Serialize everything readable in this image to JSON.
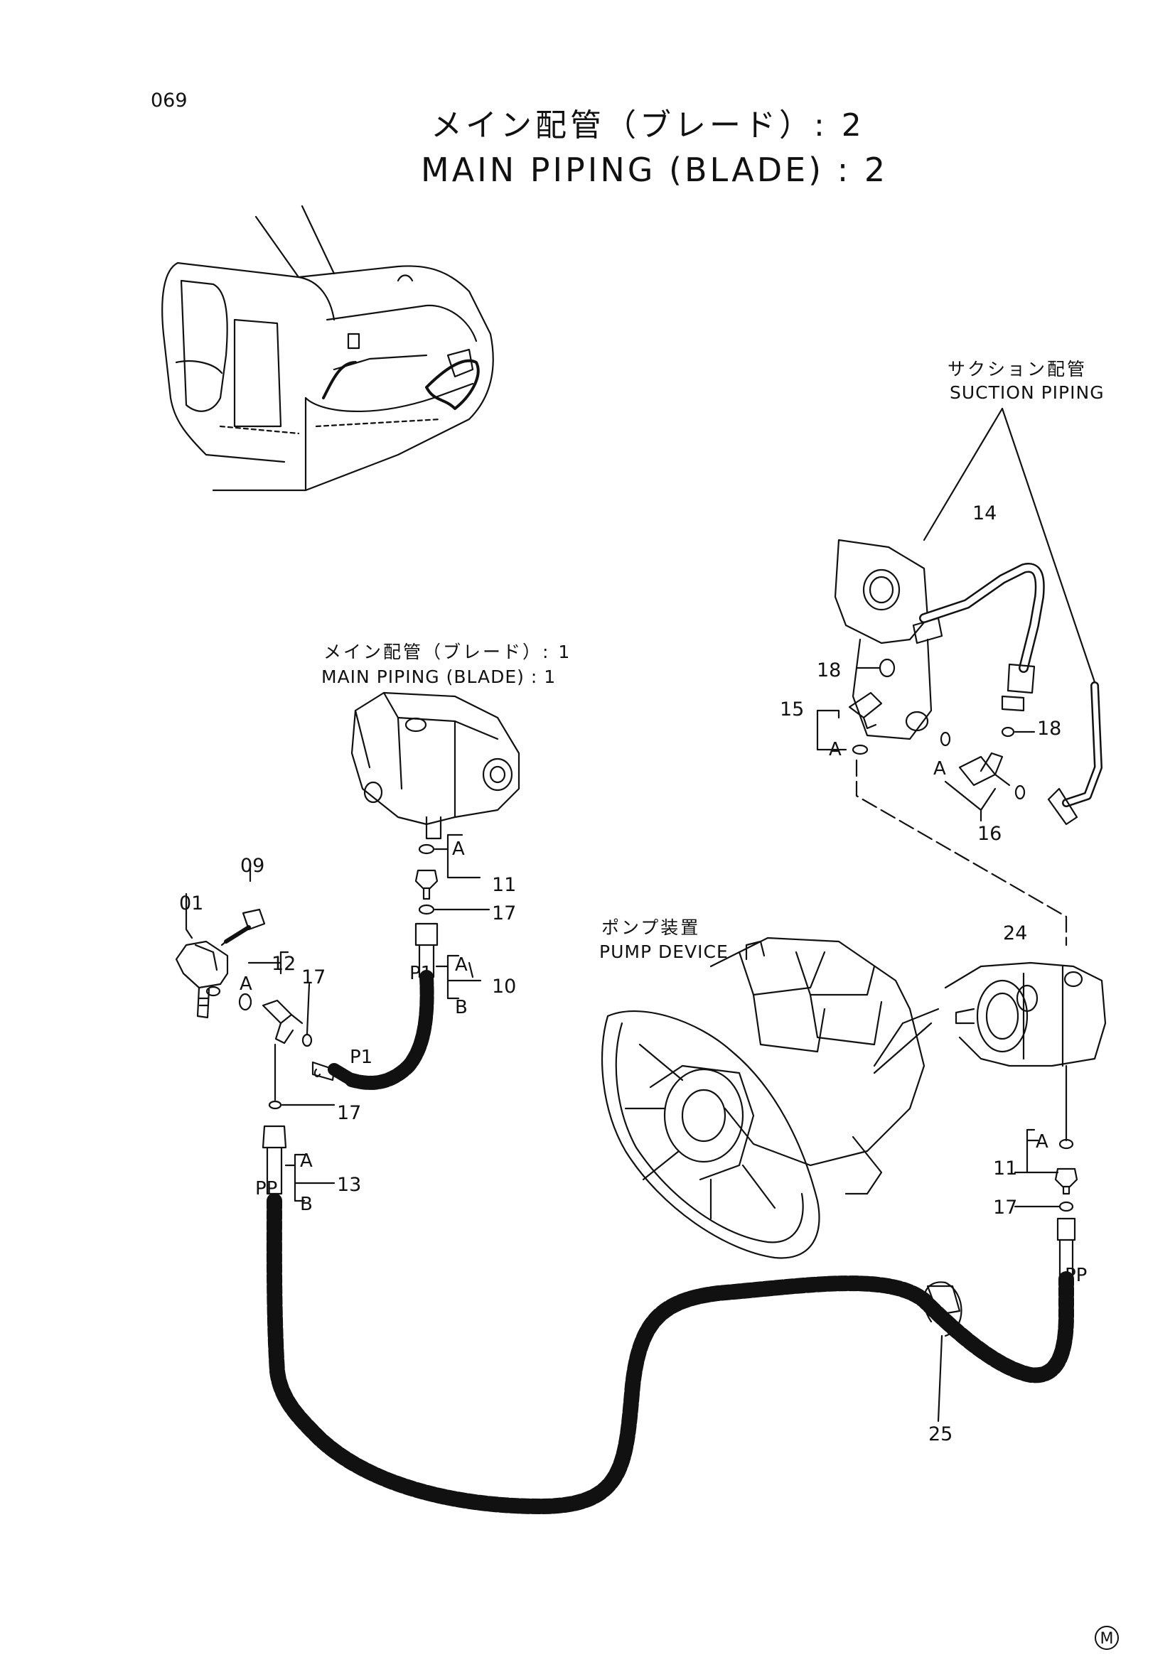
{
  "page": {
    "number": "069"
  },
  "title": {
    "ja": "メイン配管（ブレード）: 2",
    "en": "MAIN PIPING (BLADE) : 2"
  },
  "sections": {
    "suction": {
      "ja": "サクション配管",
      "en": "SUCTION PIPING"
    },
    "main1": {
      "ja": "メイン配管（ブレード）: 1",
      "en": "MAIN PIPING (BLADE) : 1"
    },
    "pump": {
      "ja": "ポンプ装置",
      "en": "PUMP DEVICE"
    }
  },
  "parts": {
    "p01": "01",
    "p09": "09",
    "p10": "10",
    "p11_upper": "11",
    "p11_lower": "11",
    "p12": "12",
    "p13": "13",
    "p14": "14",
    "p15": "15",
    "p16": "16",
    "p17_a": "17",
    "p17_b": "17",
    "p17_c": "17",
    "p17_d": "17",
    "p18_a": "18",
    "p18_b": "18",
    "p24": "24",
    "p25": "25"
  },
  "callouts": {
    "A": "A",
    "B": "B",
    "P1": "P1",
    "PP": "PP"
  },
  "footer": {
    "mark": "M"
  }
}
